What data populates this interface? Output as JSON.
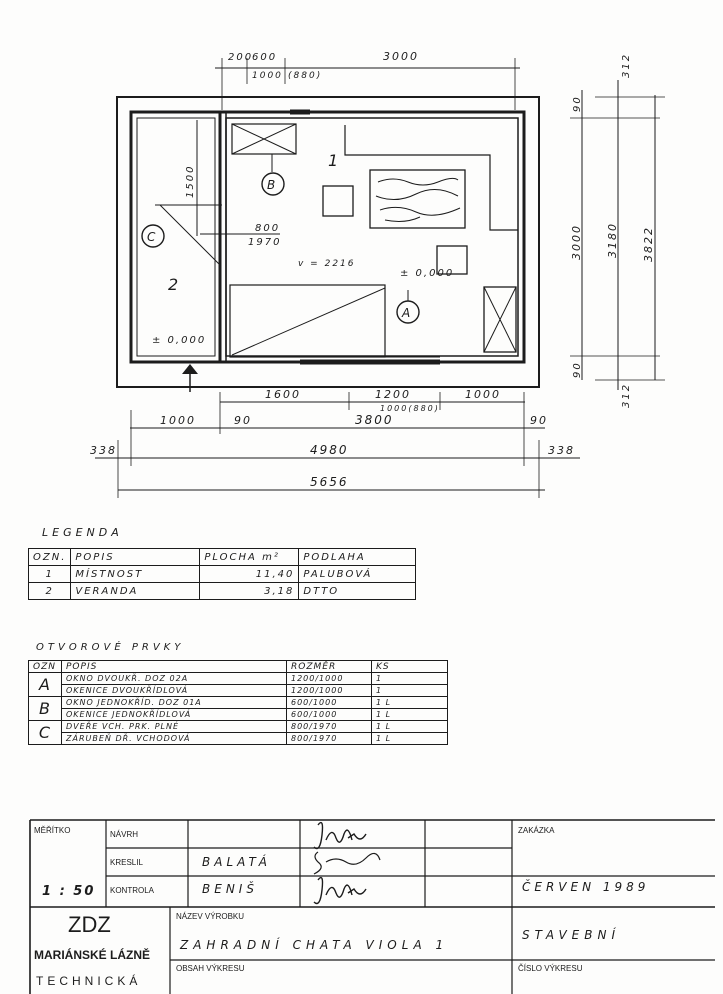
{
  "plan": {
    "dims_top": [
      "200",
      "600",
      "3000",
      "1000",
      "(880)"
    ],
    "dims_right": [
      "312",
      "90",
      "3000",
      "3180",
      "3822",
      "90",
      "312"
    ],
    "dims_bottom_row1": [
      "1600",
      "1200",
      "1000",
      "1000(880)"
    ],
    "dims_bottom_row2": [
      "1000",
      "90",
      "3800",
      "90"
    ],
    "dims_bottom_row3": [
      "338",
      "4980",
      "338"
    ],
    "dims_bottom_row4": [
      "5656"
    ],
    "dim_1500": "1500",
    "door_label": [
      "800",
      "1970"
    ],
    "room1_number": "1",
    "room2_number": "2",
    "room1_level": "± 0,000",
    "room2_level": "± 0,000",
    "volume": "v = 2216",
    "markers": [
      "A",
      "B",
      "C"
    ]
  },
  "legend": {
    "title": "LEGENDA",
    "headers": [
      "OZN.",
      "POPIS",
      "PLOCHA m²",
      "PODLAHA"
    ],
    "rows": [
      [
        "1",
        "MÍSTNOST",
        "11,40",
        "PALUBOVÁ"
      ],
      [
        "2",
        "VERANDA",
        "3,18",
        "DTTO"
      ]
    ]
  },
  "openings": {
    "title": "OTVOROVÉ PRVKY",
    "headers": [
      "OZN",
      "POPIS",
      "ROZMĚR",
      "KS"
    ],
    "groups": [
      {
        "id": "A",
        "rows": [
          [
            "OKNO DVOUKŘ. DOZ 02A",
            "1200/1000",
            "1"
          ],
          [
            "OKENICE DVOUKŘÍDLOVÁ",
            "1200/1000",
            "1"
          ]
        ]
      },
      {
        "id": "B",
        "rows": [
          [
            "OKNO JEDNOKŘÍD. DOZ 01A",
            "600/1000",
            "1 L"
          ],
          [
            "OKENICE JEDNOKŘÍDLOVÁ",
            "600/1000",
            "1 L"
          ]
        ]
      },
      {
        "id": "C",
        "rows": [
          [
            "DVEŘE VCH. PRK. PLNÉ",
            "800/1970",
            "1 L"
          ],
          [
            "ZÁRUBEŇ DŘ. VCHODOVÁ",
            "800/1970",
            "1 L"
          ]
        ]
      }
    ]
  },
  "titleblock": {
    "meritko_label": "MĚŘÍTKO",
    "scale": "1 : 50",
    "navrh_label": "NÁVRH",
    "kreslil_label": "KRESLIL",
    "kreslil_value": "BALATÁ",
    "kontrola_label": "KONTROLA",
    "kontrola_value": "BENIŠ",
    "zakazka_label": "ZAKÁZKA",
    "date": "ČERVEN 1989",
    "org_short": "ZDZ",
    "org_city": "MARIÁNSKÉ LÁZNĚ",
    "org_dept": "TECHNICKÁ",
    "nazev_label": "NÁZEV VÝROBKU",
    "nazev_value": "ZAHRADNÍ CHATA VIOLA 1",
    "stupen_value": "STAVEBNÍ",
    "obsah_label": "OBSAH VÝKRESU",
    "cislo_label": "ČÍSLO VÝKRESU"
  }
}
